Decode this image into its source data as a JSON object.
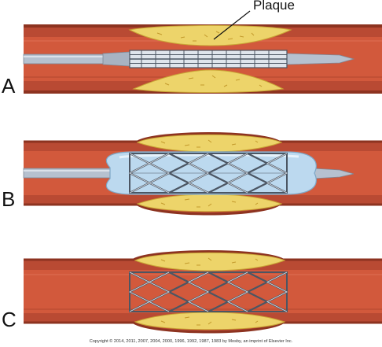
{
  "diagram": {
    "callout_label": "Plaque",
    "panels": [
      {
        "label": "A",
        "stage": "catheter-with-crimped-stent-inserted"
      },
      {
        "label": "B",
        "stage": "balloon-inflated-stent-expanded"
      },
      {
        "label": "C",
        "stage": "stent-deployed-catheter-removed"
      }
    ],
    "copyright": "Copyright © 2014, 2011, 2007, 2004, 2000, 1996, 1992, 1987, 1983 by Mosby, an imprint of Elsevier Inc.",
    "colors": {
      "vessel_wall": "#b94a33",
      "vessel_wall_dark": "#7a2716",
      "vessel_lumen": "#d85b3d",
      "plaque": "#edd46a",
      "plaque_outline": "#c9a535",
      "balloon": "#bcd9ef",
      "catheter": "#b6c1cf",
      "stent_strut": "#4c5663"
    }
  }
}
